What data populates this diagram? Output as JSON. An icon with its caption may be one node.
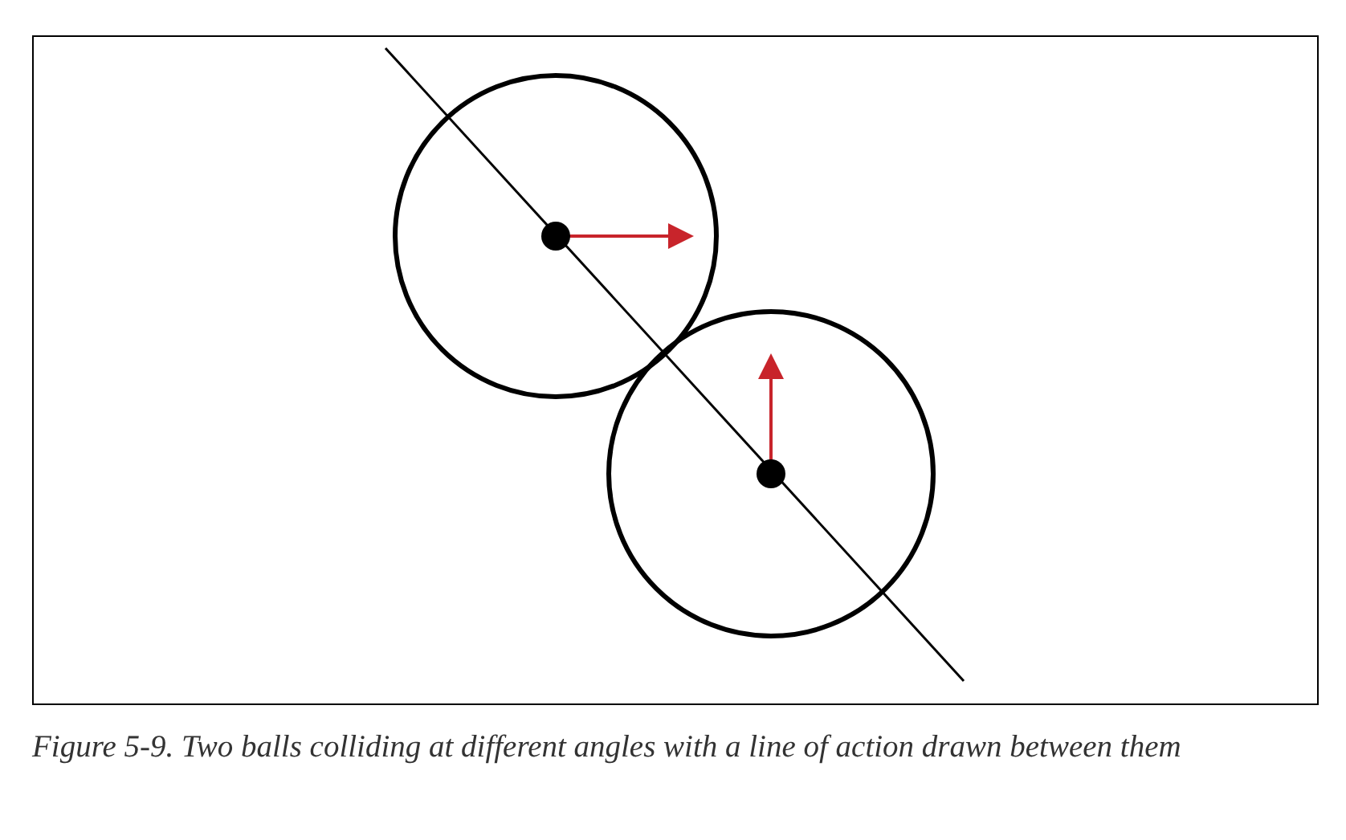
{
  "diagram": {
    "caption": "Figure 5-9. Two balls colliding at different angles with a line of action drawn between them",
    "nodes": [
      {
        "text": [],
        "shape": "circle"
      },
      {
        "text": [],
        "shape": "circle"
      }
    ]
  }
}
